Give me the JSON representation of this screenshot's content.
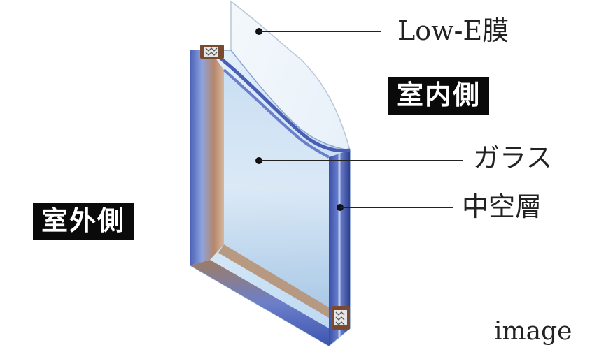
{
  "labels": {
    "low_e": "Low-E膜",
    "glass": "ガラス",
    "hollow_layer": "中空層",
    "indoor": "室内側",
    "outdoor": "室外側",
    "image_note": "image"
  },
  "colors": {
    "label_bg": "#0a0a0a",
    "label_text": "#ffffff",
    "frame_blue": "#5a6fc4",
    "frame_brown": "#8a6a52",
    "glass_blue": "#cfe4f7"
  }
}
